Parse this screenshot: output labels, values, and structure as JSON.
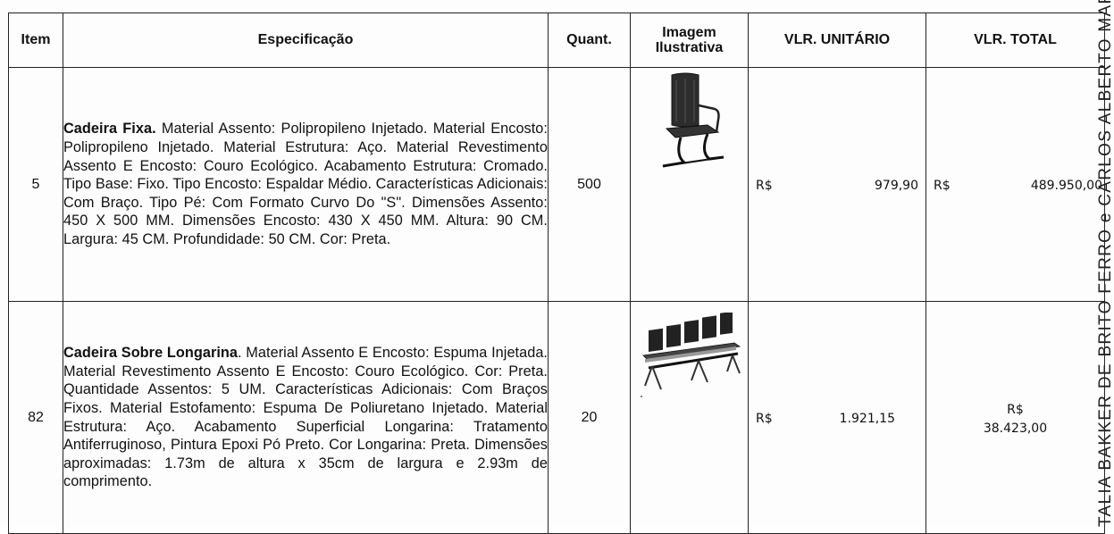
{
  "table": {
    "headers": {
      "item": "Item",
      "spec": "Especificação",
      "quant": "Quant.",
      "image_line1": "Imagem",
      "image_line2": "Ilustrativa",
      "unit": "VLR. UNITÁRIO",
      "total": "VLR. TOTAL"
    },
    "rows": [
      {
        "item": "5",
        "name": "Cadeira Fixa.",
        "description": " Material Assento: Polipropileno Injetado. Material Encosto: Polipropileno Injetado. Material Estrutura: Aço. Material Revestimento Assento E Encosto: Couro Ecológico. Acabamento Estrutura: Cromado. Tipo Base: Fixo. Tipo Encosto: Espaldar Médio. Características Adicionais: Com Braço. Tipo Pé: Com Formato Curvo Do \"S\". Dimensões Assento: 450 X 500 MM. Dimensões Encosto: 430 X 450 MM. Altura: 90 CM. Largura: 45 CM. Profundidade: 50 CM. Cor: Preta.",
        "quant": "500",
        "image_icon": "office-chair-icon",
        "unit_currency": "R$",
        "unit_value": "979,90",
        "total_currency": "R$",
        "total_value": "489.950,00"
      },
      {
        "item": "82",
        "name": "Cadeira Sobre Longarina",
        "description": ". Material Assento E Encosto: Espuma Injetada. Material Revestimento Assento E Encosto: Couro Ecológico. Cor: Preta. Quantidade Assentos: 5 UM. Características Adicionais: Com Braços Fixos. Material Estofamento: Espuma De Poliuretano Injetado. Material Estrutura: Aço. Acabamento Superficial Longarina: Tratamento Antiferruginoso, Pintura Epoxi Pó Preto. Cor Longarina: Preta. Dimensões aproximadas: 1.73m de altura x 35cm de largura e 2.93m de comprimento.",
        "quant": "20",
        "image_icon": "bench-seating-icon",
        "unit_currency": "R$",
        "unit_value": "1.921,15",
        "total_currency": "R$",
        "total_value": "38.423,00"
      }
    ]
  },
  "side_note": "TALIA BAKKER DE BRITO FERRO e CARLOS ALBERTO MARQ"
}
